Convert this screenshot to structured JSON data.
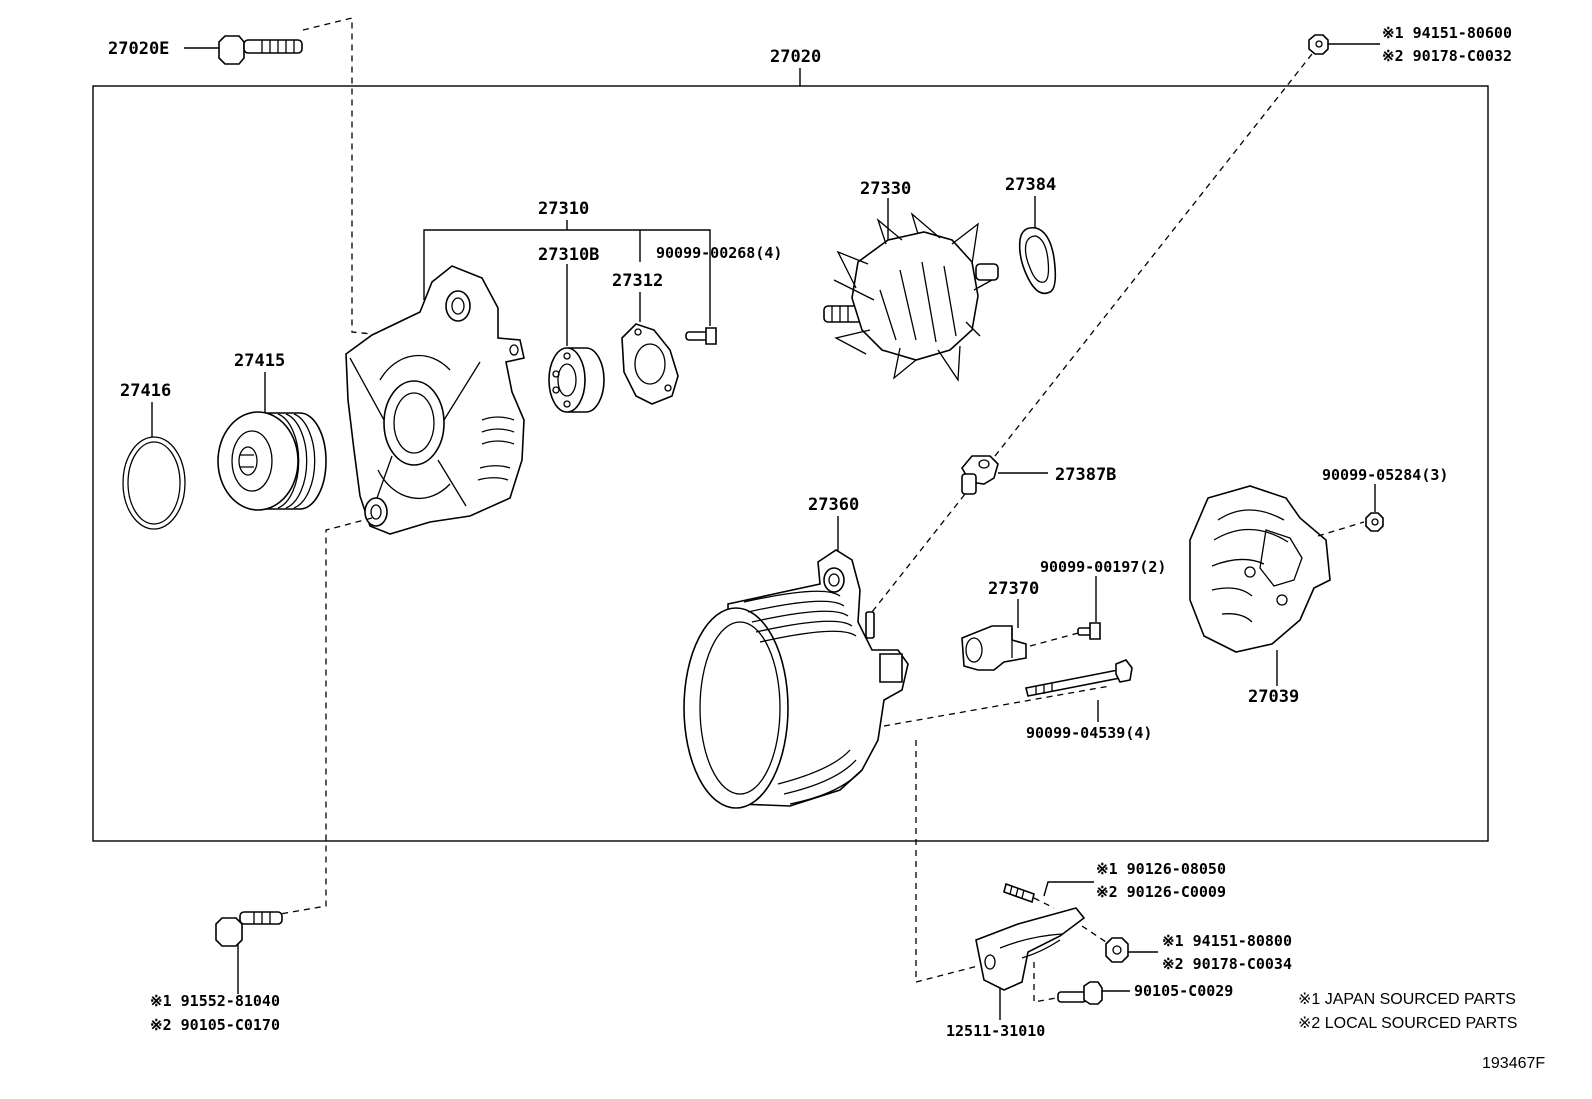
{
  "diagram_id": "193467F",
  "assembly_label": "27020",
  "parts": {
    "p27020E": "27020E",
    "p27310": "27310",
    "p27310B": "27310B",
    "p27312": "27312",
    "p90099_00268": "90099-00268(4)",
    "p27330": "27330",
    "p27384": "27384",
    "p27416": "27416",
    "p27415": "27415",
    "p27387B": "27387B",
    "p27360": "27360",
    "p90099_05284": "90099-05284(3)",
    "p90099_00197": "90099-00197(2)",
    "p27370": "27370",
    "p27039": "27039",
    "p90099_04539": "90099-04539(4)",
    "p12511_31010": "12511-31010",
    "p90105_C0029": "90105-C0029"
  },
  "alt_parts": {
    "nut_top_1": "※1 94151-80600",
    "nut_top_2": "※2 90178-C0032",
    "stud_1": "※1 90126-08050",
    "stud_2": "※2 90126-C0009",
    "nut_br_1": "※1 94151-80800",
    "nut_br_2": "※2 90178-C0034",
    "bolt_bl_1": "※1 91552-81040",
    "bolt_bl_2": "※2 90105-C0170"
  },
  "legend": {
    "japan": "※1 JAPAN SOURCED PARTS",
    "local": "※2 LOCAL SOURCED PARTS"
  }
}
